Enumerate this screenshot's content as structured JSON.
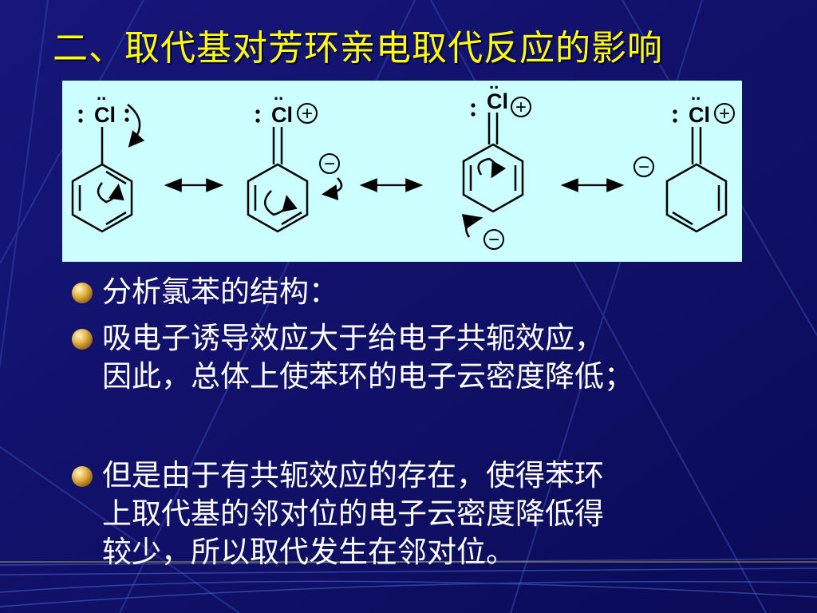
{
  "slide": {
    "title": "二、取代基对芳环亲电取代反应的影响",
    "colors": {
      "background": "#10106a",
      "title": "#ffff00",
      "text": "#ffffff",
      "panel": "#ccffff"
    }
  },
  "diagram": {
    "structures": [
      {
        "atom": "Cl",
        "charge": ""
      },
      {
        "atom": "Cl",
        "charge": "+"
      },
      {
        "atom": "Cl",
        "charge": "+"
      },
      {
        "atom": "Cl",
        "charge": "+"
      }
    ],
    "lone_pair": "..",
    "negative_charge": "−",
    "positive_charge": "+",
    "resonance_arrow": "resonance-double-arrow"
  },
  "bullets": [
    {
      "lines": [
        "分析氯苯的结构："
      ]
    },
    {
      "lines": [
        "吸电子诱导效应大于给电子共轭效应，",
        "因此，总体上使苯环的电子云密度降低；"
      ]
    },
    {
      "lines": [
        "但是由于有共轭效应的存在，使得苯环",
        "上取代基的邻对位的电子云密度降低得",
        "较少，所以取代发生在邻对位。"
      ]
    }
  ]
}
